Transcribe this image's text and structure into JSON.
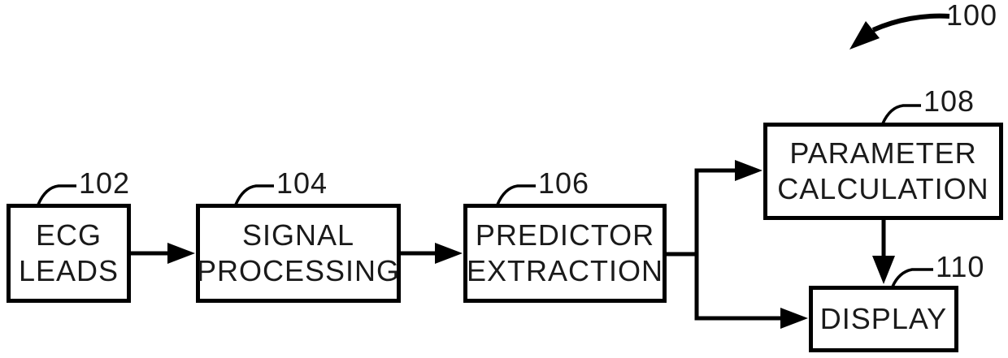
{
  "figure": {
    "reference_label": "100",
    "background_color": "#ffffff",
    "line_color": "#000000",
    "text_color": "#1a1a1a",
    "nodes": [
      {
        "ref": "102",
        "label": "ECG LEADS",
        "lines": [
          "ECG",
          "LEADS"
        ]
      },
      {
        "ref": "104",
        "label": "SIGNAL PROCESSING",
        "lines": [
          "SIGNAL",
          "PROCESSING"
        ]
      },
      {
        "ref": "106",
        "label": "PREDICTOR EXTRACTION",
        "lines": [
          "PREDICTOR",
          "EXTRACTION"
        ]
      },
      {
        "ref": "108",
        "label": "PARAMETER CALCULATION",
        "lines": [
          "PARAMETER",
          "CALCULATION"
        ]
      },
      {
        "ref": "110",
        "label": "DISPLAY",
        "lines": [
          "DISPLAY"
        ]
      }
    ],
    "edges": [
      {
        "from": "102",
        "to": "104"
      },
      {
        "from": "104",
        "to": "106"
      },
      {
        "from": "106",
        "to": "108"
      },
      {
        "from": "106",
        "to": "110"
      },
      {
        "from": "108",
        "to": "110"
      }
    ]
  }
}
